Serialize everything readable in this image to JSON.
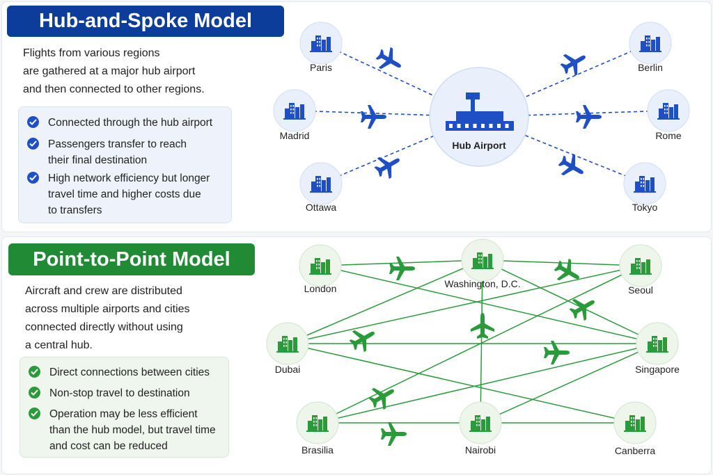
{
  "hub_spoke": {
    "title": "Hub-and-Spoke Model",
    "description": [
      "Flights from various regions",
      "are gathered at a major hub airport",
      "and then connected to other regions."
    ],
    "bullets": [
      [
        "Connected through the hub airport"
      ],
      [
        "Passengers transfer to reach",
        "their final destination"
      ],
      [
        "High network efficiency but longer",
        "travel time and higher costs due",
        "to transfers"
      ]
    ],
    "hub_label": "Hub Airport",
    "cities": [
      "Paris",
      "Madrid",
      "Ottawa",
      "Berlin",
      "Rome",
      "Tokyo"
    ],
    "color": "#1f4fc4"
  },
  "point_to_point": {
    "title": "Point-to-Point Model",
    "description": [
      "Aircraft and crew are distributed",
      "across multiple airports and cities",
      "connected directly without using",
      "a central hub."
    ],
    "bullets": [
      [
        "Direct connections between cities"
      ],
      [
        "Non-stop travel to destination"
      ],
      [
        "Operation may be less efficient",
        "than the hub model, but travel time",
        "and cost can be reduced"
      ]
    ],
    "cities": [
      "London",
      "Washington, D.C.",
      "Seoul",
      "Dubai",
      "Singapore",
      "Brasilia",
      "Nairobi",
      "Canberra"
    ],
    "color": "#2a9a3b"
  }
}
